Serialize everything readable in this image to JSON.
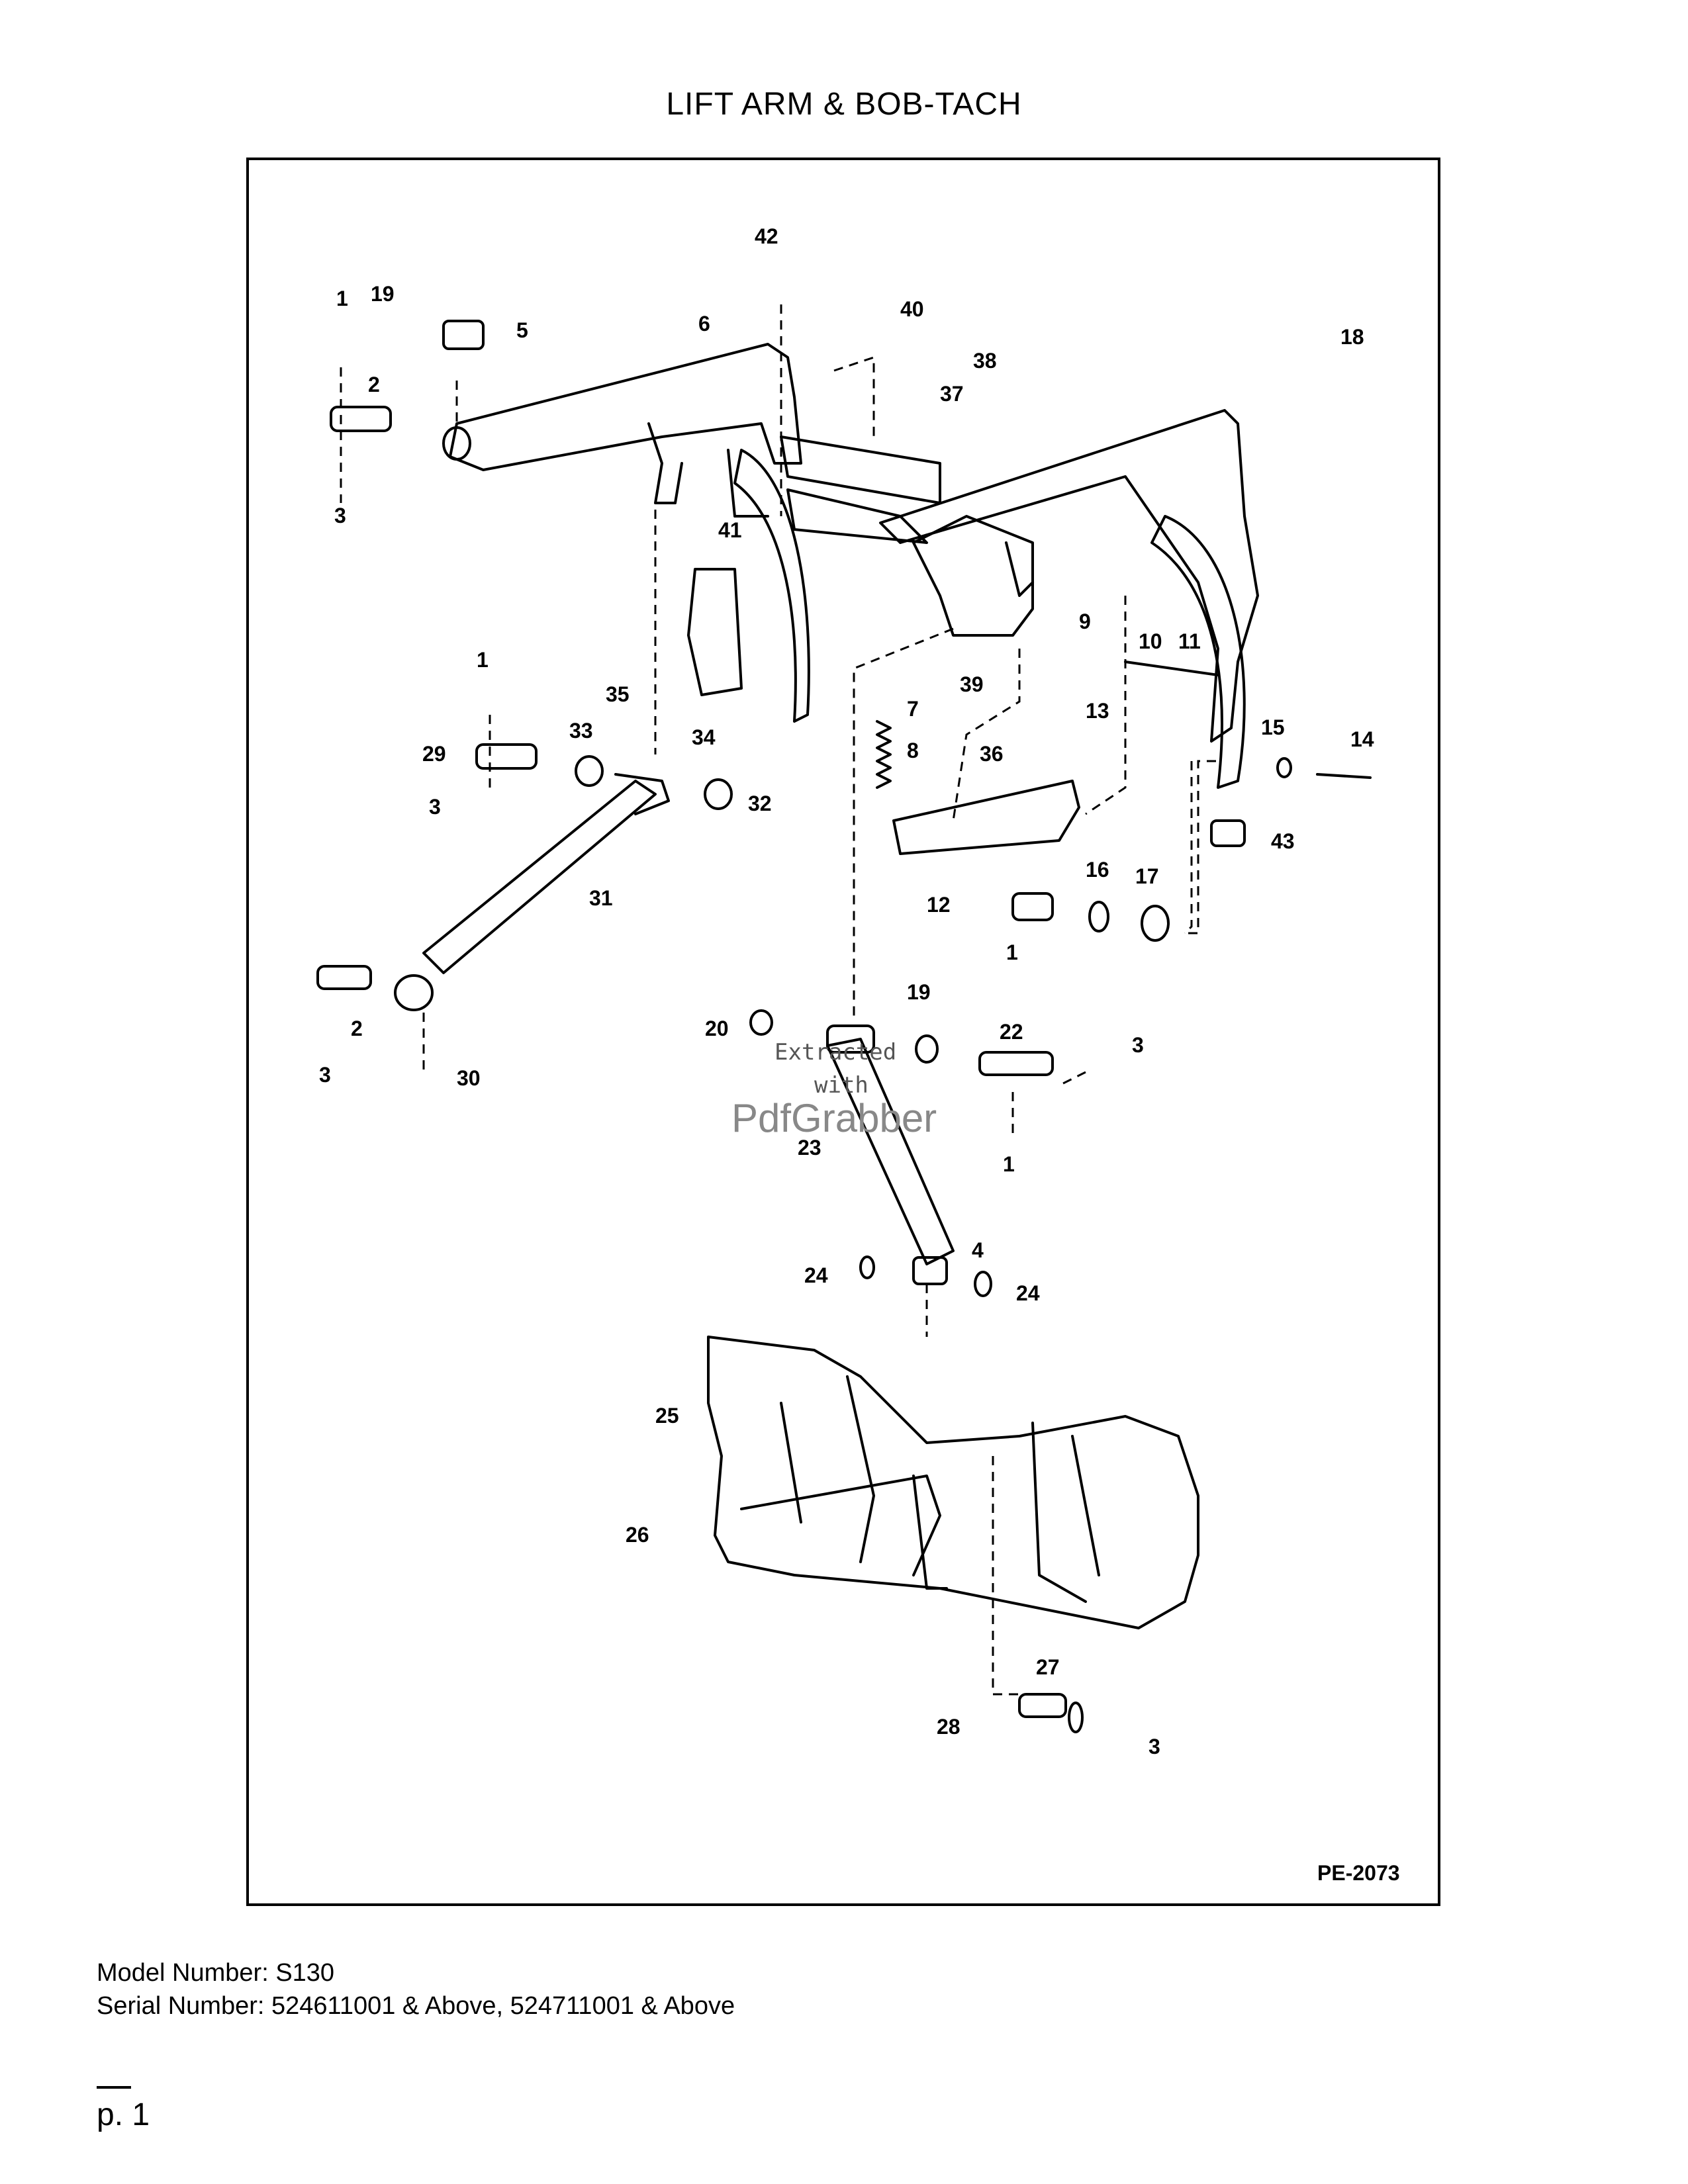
{
  "title": "LIFT ARM & BOB-TACH",
  "figure_code": "PE-2073",
  "watermark": {
    "line1": "Extracted",
    "line2": "with",
    "brand": "PdfGrabber"
  },
  "model_line": "Model Number: S130",
  "serial_line": "Serial Number: 524611001 & Above, 524711001 & Above",
  "page_number": "p. 1",
  "callouts": [
    "1",
    "19",
    "5",
    "6",
    "42",
    "40",
    "38",
    "37",
    "2",
    "3",
    "41",
    "9",
    "10",
    "11",
    "35",
    "33",
    "29",
    "3",
    "34",
    "39",
    "13",
    "15",
    "14",
    "1",
    "7",
    "8",
    "36",
    "32",
    "12",
    "43",
    "31",
    "16",
    "17",
    "1",
    "18",
    "19",
    "20",
    "22",
    "3",
    "2",
    "3",
    "30",
    "23",
    "1",
    "4",
    "24",
    "24",
    "25",
    "26",
    "27",
    "28",
    "3"
  ]
}
